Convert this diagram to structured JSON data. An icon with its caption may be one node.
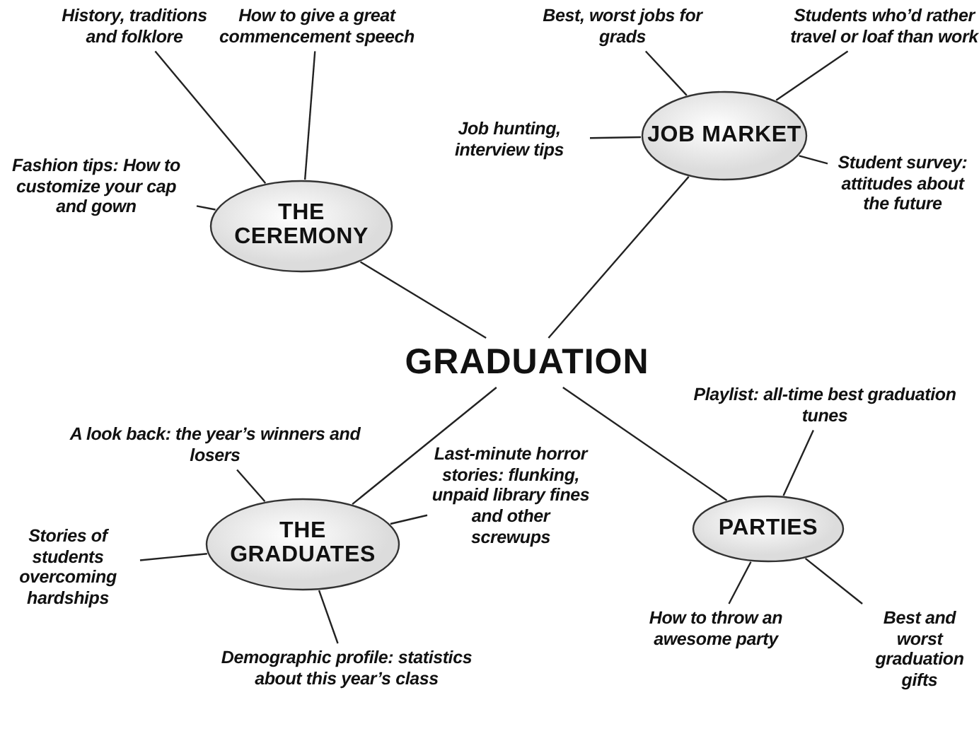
{
  "diagram": {
    "nodes": [
      {
        "text": [
          "GRADUATION"
        ]
      },
      {
        "text": [
          "THE CEREMONY"
        ]
      },
      {
        "text": [
          "History, traditions and folklore"
        ]
      },
      {
        "text": [
          "How to give a great commencement speech"
        ]
      },
      {
        "text": [
          "Fashion tips: How to customize your cap and gown"
        ]
      },
      {
        "text": [
          "JOB MARKET"
        ]
      },
      {
        "text": [
          "Best, worst jobs for grads"
        ]
      },
      {
        "text": [
          "Students who’d rather travel or loaf than work"
        ]
      },
      {
        "text": [
          "Job hunting, interview tips"
        ]
      },
      {
        "text": [
          "Student survey: attitudes about the future"
        ]
      },
      {
        "text": [
          "THE GRADUATES"
        ]
      },
      {
        "text": [
          "A look back: the year’s winners and losers"
        ]
      },
      {
        "text": [
          "Stories of students overcoming hardships"
        ]
      },
      {
        "text": [
          "Last-minute horror stories: flunking, unpaid library fines and other screwups"
        ]
      },
      {
        "text": [
          "Demographic profile: statistics about this year’s class"
        ]
      },
      {
        "text": [
          "PARTIES"
        ]
      },
      {
        "text": [
          "Playlist: all-time best graduation tunes"
        ]
      },
      {
        "text": [
          "How to throw an awesome party"
        ]
      },
      {
        "text": [
          "Best and worst graduation gifts"
        ]
      }
    ],
    "edges": [
      {
        "from": 0,
        "to": 1,
        "arrow": "none"
      },
      {
        "from": 0,
        "to": 5,
        "arrow": "none"
      },
      {
        "from": 0,
        "to": 10,
        "arrow": "none"
      },
      {
        "from": 0,
        "to": 15,
        "arrow": "none"
      },
      {
        "from": 1,
        "to": 2,
        "arrow": "none"
      },
      {
        "from": 1,
        "to": 3,
        "arrow": "none"
      },
      {
        "from": 1,
        "to": 4,
        "arrow": "none"
      },
      {
        "from": 5,
        "to": 6,
        "arrow": "none"
      },
      {
        "from": 5,
        "to": 7,
        "arrow": "none"
      },
      {
        "from": 5,
        "to": 8,
        "arrow": "none"
      },
      {
        "from": 5,
        "to": 9,
        "arrow": "none"
      },
      {
        "from": 10,
        "to": 11,
        "arrow": "none"
      },
      {
        "from": 10,
        "to": 12,
        "arrow": "none"
      },
      {
        "from": 10,
        "to": 13,
        "arrow": "none"
      },
      {
        "from": 10,
        "to": 14,
        "arrow": "none"
      },
      {
        "from": 15,
        "to": 16,
        "arrow": "none"
      },
      {
        "from": 15,
        "to": 17,
        "arrow": "none"
      },
      {
        "from": 15,
        "to": 18,
        "arrow": "none"
      }
    ]
  }
}
